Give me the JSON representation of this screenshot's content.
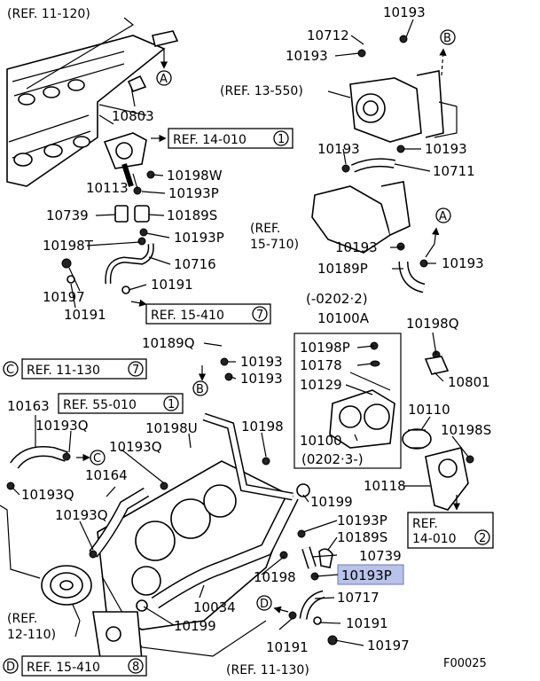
{
  "figure_code": "F00025",
  "highlighted_part": "10193P",
  "refs": {
    "r11_120": "(REF. 11-120)",
    "r13_550": "(REF. 13-550)",
    "r14_010_1": "REF. 14-010",
    "r14_010_1_num": "1",
    "r15_710_a": "(REF.",
    "r15_710_b": "15-710)",
    "r15_410_7": "REF. 15-410",
    "r15_410_7_num": "7",
    "r11_130_7": "REF. 11-130",
    "r11_130_7_num": "7",
    "r11_130_7_letter": "C",
    "r55_010_1": "REF. 55-010",
    "r55_010_1_num": "1",
    "r14_010_2_a": "REF.",
    "r14_010_2_b": "14-010",
    "r14_010_2_num": "2",
    "r12_110_a": "(REF.",
    "r12_110_b": "12-110)",
    "r15_410_8": "REF. 15-410",
    "r15_410_8_num": "8",
    "r15_410_8_letter": "D",
    "r11_130": "(REF. 11-130)"
  },
  "connectors": {
    "A": "A",
    "B": "B",
    "C": "C",
    "D": "D"
  },
  "group_box": {
    "range_top": "(-0202·2)",
    "assembly": "10100A",
    "range_bottom": "(0202·3-)"
  },
  "labels": {
    "p10193_top": "10193",
    "p10712": "10712",
    "p10193_b": "10193",
    "p10803": "10803",
    "p10193_c": "10193",
    "p10193_d": "10193",
    "p10711": "10711",
    "p10113": "10113",
    "p10198W": "10198W",
    "p10193P_a": "10193P",
    "p10739_a": "10739",
    "p10189S_a": "10189S",
    "p10198T": "10198T",
    "p10193P_b": "10193P",
    "p10193_e": "10193",
    "p10716": "10716",
    "p10189P": "10189P",
    "p10193_f": "10193",
    "p10197_a": "10197",
    "p10191_a": "10191",
    "p10191_b": "10191",
    "p10189Q": "10189Q",
    "p10193_g": "10193",
    "p10193_h": "10193",
    "p10198P": "10198P",
    "p10178": "10178",
    "p10129": "10129",
    "p10100": "10100",
    "p10198Q": "10198Q",
    "p10801": "10801",
    "p10163": "10163",
    "p10193Q_a": "10193Q",
    "p10198U": "10198U",
    "p10198": "10198",
    "p10193Q_b": "10193Q",
    "p10110": "10110",
    "p10198S": "10198S",
    "p10164": "10164",
    "p10193Q_c": "10193Q",
    "p10193Q_d": "10193Q",
    "p10118": "10118",
    "p10199_a": "10199",
    "p10193P_c": "10193P",
    "p10189S_b": "10189S",
    "p10739_b": "10739",
    "p10198_b": "10198",
    "p10193P_hl": "10193P",
    "p10717": "10717",
    "p10034": "10034",
    "p10199_b": "10199",
    "p10191_c": "10191",
    "p10191_d": "10191",
    "p10197_b": "10197"
  },
  "colors": {
    "highlight": "#b9c3ea",
    "ink": "#000000"
  }
}
